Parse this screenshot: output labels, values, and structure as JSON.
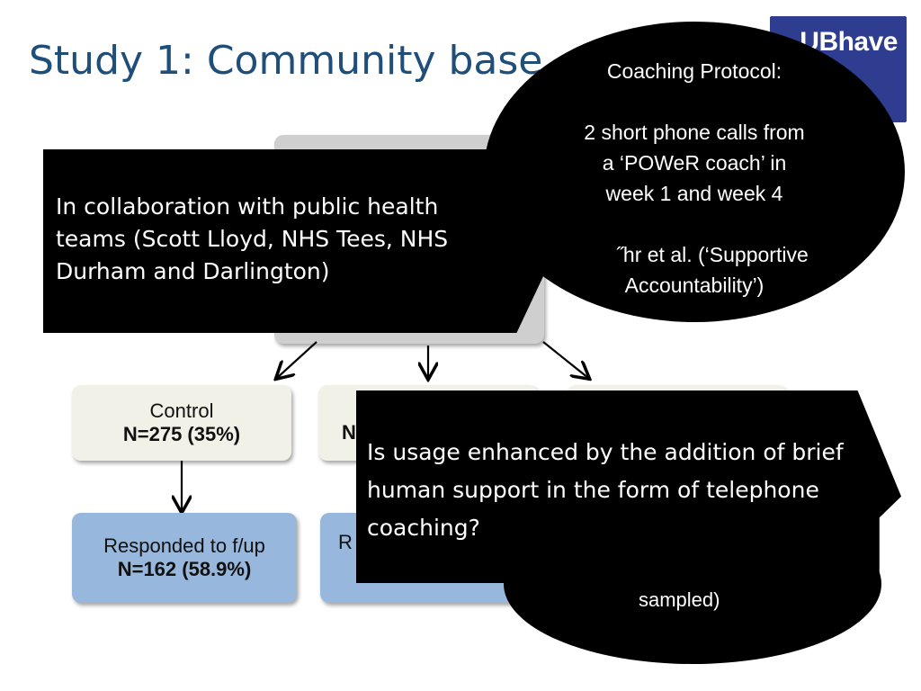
{
  "slide": {
    "title": "Study 1: Community base"
  },
  "logo": {
    "text": "UBhave"
  },
  "nodes": {
    "control": {
      "label": "Control",
      "count": "N=275 (35%)"
    },
    "middle": {
      "count_partial": "N"
    },
    "responded_control": {
      "label": "Responded to f/up",
      "count": "N=162 (58.9%)"
    },
    "responded_middle": {
      "label_partial": "R"
    }
  },
  "callouts": {
    "collaboration": "In collaboration with public health teams (Scott Lloyd, NHS Tees, NHS Durham and Darlington)",
    "usage_question": "Is usage enhanced by the addition of brief human support in the form of telephone coaching?",
    "coaching": {
      "heading": "Coaching Protocol:",
      "line1": "2 short phone calls from",
      "line2": "a ‘POWeR coach’ in",
      "line3": "week 1 and week 4",
      "line4": "˝hr et al. (‘Supportive",
      "line5": "Accountability’)"
    },
    "sampled": "sampled)"
  },
  "colors": {
    "title": "#1f4e79",
    "cream_node": "#f2f1e8",
    "blue_node": "#98b7dc",
    "gray_box": "#cfcfcf",
    "logo_bg": "#2e3d8f"
  }
}
